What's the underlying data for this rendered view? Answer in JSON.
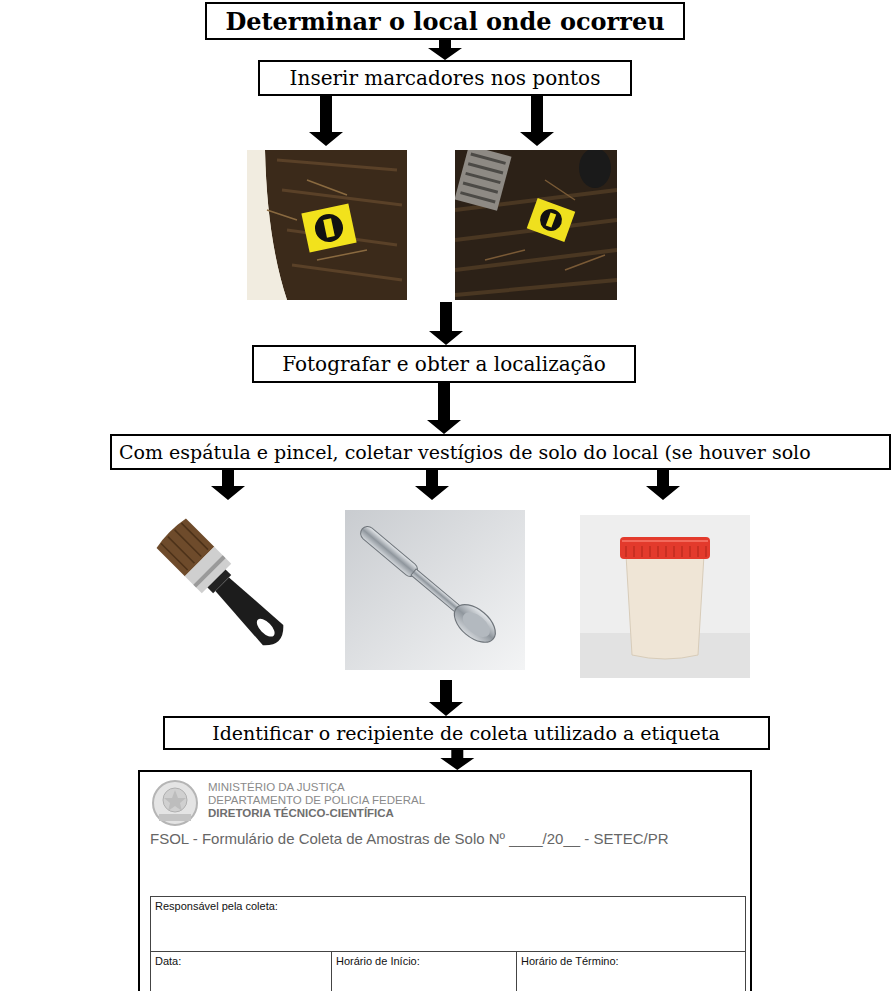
{
  "diagram": {
    "nodes": [
      {
        "text": [
          "Determinar o local onde ocorreu"
        ]
      },
      {
        "text": [
          "Inserir marcadores nos pontos"
        ]
      },
      {
        "text": [
          "Fotografar e obter a localização"
        ]
      },
      {
        "text": [
          "Com espátula e pincel, coletar vestígios de solo do local (se houver solo"
        ]
      },
      {
        "text": [
          "Identificar o recipiente de coleta utilizado a etiqueta"
        ]
      },
      {
        "text": [
          "MINISTÉRIO DA JUSTIÇA",
          "DEPARTAMENTO DE POLICIA FEDERAL",
          "DIRETORIA TÉCNICO-CIENTÍFICA",
          "FSOL - Formulário de Coleta de Amostras de Solo Nº ____/20__ - SETEC/PR"
        ]
      },
      {
        "text": [
          "Responsável pela coleta:"
        ],
        "in": 5
      },
      {
        "text": [
          "Data:"
        ],
        "in": 5
      },
      {
        "text": [
          "Horário de Início:"
        ],
        "in": 5
      },
      {
        "text": [
          "Horário de Término:"
        ],
        "in": 5
      }
    ],
    "edges": [
      {
        "from": 0,
        "to": 1,
        "arrow": "to"
      },
      {
        "from": 1,
        "to": 2,
        "arrow": "to"
      },
      {
        "from": 2,
        "to": 3,
        "arrow": "to"
      },
      {
        "from": 3,
        "to": 4,
        "arrow": "to"
      },
      {
        "from": 4,
        "to": 5,
        "arrow": "to"
      }
    ]
  }
}
